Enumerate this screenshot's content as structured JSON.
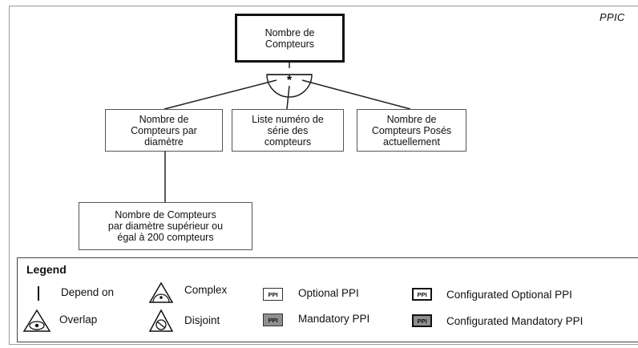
{
  "diagram": {
    "tag": "PPIC",
    "root": "Nombre de\nCompteurs",
    "operator_symbol": "*",
    "children": [
      "Nombre de\nCompteurs par\ndiamètre",
      "Liste numéro de\nsérie des\ncompteurs",
      "Nombre de\nCompteurs Posés\nactuellement"
    ],
    "grandchild": "Nombre de Compteurs\npar diamètre supérieur ou\négal à 200 compteurs"
  },
  "legend": {
    "title": "Legend",
    "depend_on": "Depend on",
    "complex": "Complex",
    "optional_ppi": "Optional PPI",
    "configurated_optional_ppi": "Configurated Optional PPI",
    "overlap": "Overlap",
    "disjoint": "Disjoint",
    "mandatory_ppi": "Mandatory PPI",
    "configurated_mandatory_ppi": "Configurated Mandatory PPI",
    "ppi_box_label": "PPI"
  },
  "colors": {
    "line": "#222222",
    "mandatory_fill": "#8f8f8f",
    "border": "#555555"
  }
}
